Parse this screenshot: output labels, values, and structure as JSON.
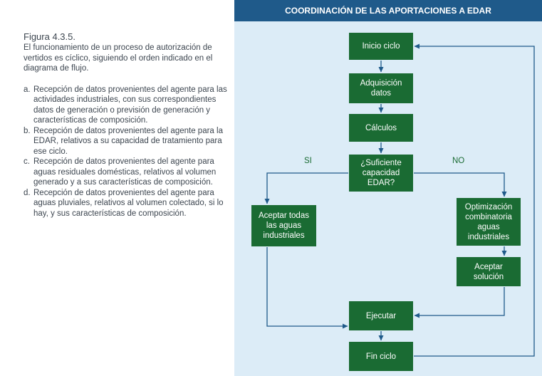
{
  "caption": {
    "title": "Figura 4.3.5.",
    "intro": "El funcionamiento de un proceso de autorización de vertidos es cíclico, siguiendo el orden indicado en el diagrama de flujo.",
    "items": [
      {
        "letter": "a.",
        "text": "Recepción de datos provenientes del agente para las actividades industriales, con sus correspondientes datos de generación o previsión de generación y características de composición."
      },
      {
        "letter": "b.",
        "text": "Recepción de datos provenientes del agente para la EDAR, relativos a su capacidad de tratamiento para ese ciclo."
      },
      {
        "letter": "c.",
        "text": "Recepción de datos provenientes del agente para aguas residuales domésticas, relativos al volumen generado y a sus características de composición."
      },
      {
        "letter": "d.",
        "text": "Recepción de datos provenientes del agente para aguas pluviales, relativos al volumen colectado, si lo hay, y sus características de composición."
      }
    ]
  },
  "flowchart": {
    "title": "COORDINACIÓN DE LAS APORTACIONES A EDAR",
    "nodes": {
      "start": "Inicio ciclo",
      "acquisition": "Adquisición\ndatos",
      "calculations": "Cálculos",
      "decision": "¿Suficiente\ncapacidad\nEDAR?",
      "accept_all": "Aceptar todas\nlas aguas\nindustriales",
      "optimization": "Optimización\ncombinatoria\naguas\nindustriales",
      "accept_solution": "Aceptar\nsolución",
      "execute": "Ejecutar",
      "end": "Fin ciclo"
    },
    "labels": {
      "yes": "SI",
      "no": "NO"
    }
  },
  "colors": {
    "panel_bg": "#dcecf7",
    "header_bg": "#1f5a8a",
    "node_bg": "#1a6b33",
    "connector": "#1f5a8a",
    "caption_text": "#3d4650"
  }
}
